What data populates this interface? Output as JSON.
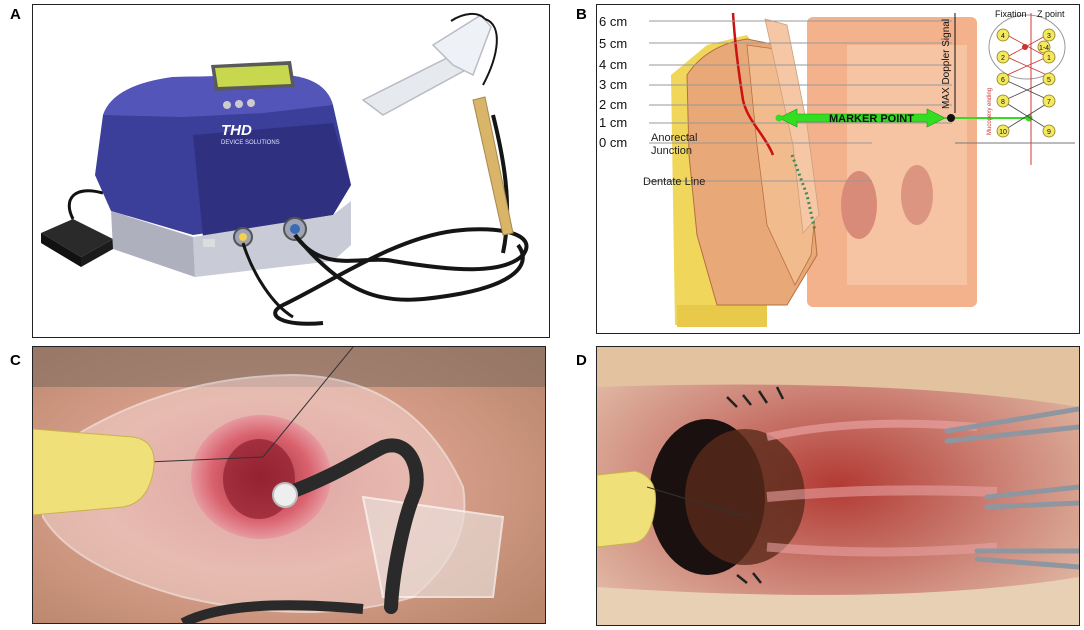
{
  "panels": {
    "a": {
      "letter": "A",
      "device_brand": "THD",
      "device_subbrand": "DEVICE SOLUTIONS"
    },
    "b": {
      "letter": "B",
      "scale_labels": [
        "6 cm",
        "5 cm",
        "4 cm",
        "3 cm",
        "2 cm",
        "1 cm",
        "0 cm"
      ],
      "anatomy_labels": {
        "anorectal": "Anorectal",
        "junction": "Junction",
        "dentate": "Dentate Line"
      },
      "marker_point": "MARKER POINT",
      "doppler_signal": "MAX Doppler Signal",
      "fixation": "Fixation",
      "z_point": "Z point",
      "mucopexy": "Mucopexy ending",
      "inset_numbers": [
        "4",
        "3",
        "1-4",
        "2",
        "1",
        "6",
        "5",
        "8",
        "7",
        "10",
        "9"
      ]
    },
    "c": {
      "letter": "C"
    },
    "d": {
      "letter": "D"
    }
  },
  "colors": {
    "device_blue": "#3c3f9a",
    "marker_green": "#33dd22",
    "vessel_red": "#cc1111",
    "tissue_pink": "#d9626e",
    "probe_yellow": "#efe07a"
  }
}
